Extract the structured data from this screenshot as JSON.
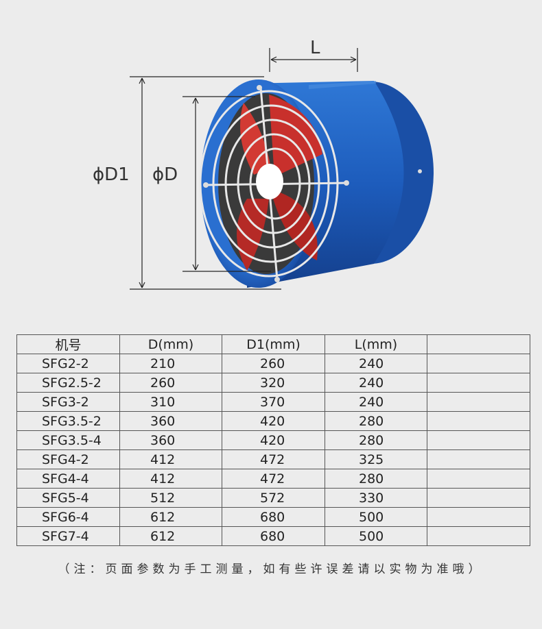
{
  "diagram": {
    "label_L": "L",
    "label_D1": "ϕD1",
    "label_D": "ϕD",
    "colors": {
      "housing": "#1f5fbf",
      "housing_dark": "#123f8a",
      "blades": "#c8302c",
      "guard": "#e8e8e8",
      "dimension_line": "#222222"
    }
  },
  "table": {
    "headers": [
      "机号",
      "D(mm)",
      "D1(mm)",
      "L(mm)",
      ""
    ],
    "rows": [
      [
        "SFG2-2",
        "210",
        "260",
        "240",
        ""
      ],
      [
        "SFG2.5-2",
        "260",
        "320",
        "240",
        ""
      ],
      [
        "SFG3-2",
        "310",
        "370",
        "240",
        ""
      ],
      [
        "SFG3.5-2",
        "360",
        "420",
        "280",
        ""
      ],
      [
        "SFG3.5-4",
        "360",
        "420",
        "280",
        ""
      ],
      [
        "SFG4-2",
        "412",
        "472",
        "325",
        ""
      ],
      [
        "SFG4-4",
        "412",
        "472",
        "280",
        ""
      ],
      [
        "SFG5-4",
        "512",
        "572",
        "330",
        ""
      ],
      [
        "SFG6-4",
        "612",
        "680",
        "500",
        ""
      ],
      [
        "SFG7-4",
        "612",
        "680",
        "500",
        ""
      ]
    ]
  },
  "note": "（注：页面参数为手工测量，如有些许误差请以实物为准哦）"
}
